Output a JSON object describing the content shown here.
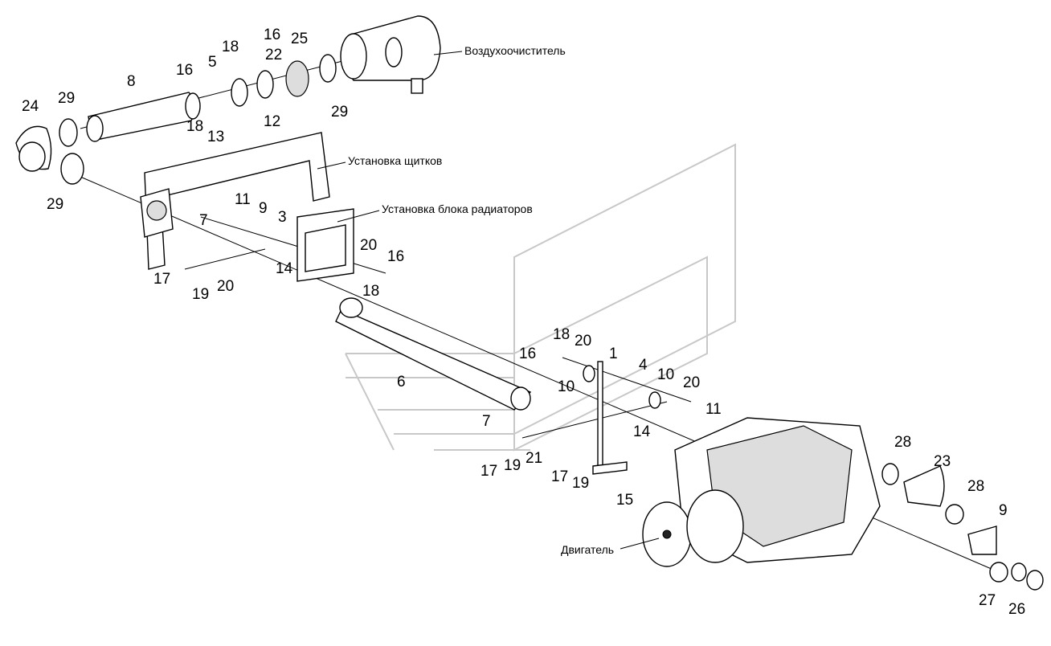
{
  "labels": {
    "air_cleaner": "Воздухоочиститель",
    "shields": "Установка щитков",
    "radiator_block": "Установка блока радиаторов",
    "engine": "Двигатель"
  },
  "callouts": [
    {
      "id": "c1",
      "text": "16"
    },
    {
      "id": "c2",
      "text": "18"
    },
    {
      "id": "c3",
      "text": "25"
    },
    {
      "id": "c4",
      "text": "22"
    },
    {
      "id": "c5",
      "text": "5"
    },
    {
      "id": "c6",
      "text": "16"
    },
    {
      "id": "c7",
      "text": "8"
    },
    {
      "id": "c8",
      "text": "29"
    },
    {
      "id": "c9",
      "text": "24"
    },
    {
      "id": "c10",
      "text": "12"
    },
    {
      "id": "c11",
      "text": "18"
    },
    {
      "id": "c12",
      "text": "13"
    },
    {
      "id": "c13",
      "text": "29"
    },
    {
      "id": "c14",
      "text": "29"
    },
    {
      "id": "c15",
      "text": "11"
    },
    {
      "id": "c16",
      "text": "9"
    },
    {
      "id": "c17",
      "text": "7"
    },
    {
      "id": "c18",
      "text": "3"
    },
    {
      "id": "c19",
      "text": "20"
    },
    {
      "id": "c20",
      "text": "16"
    },
    {
      "id": "c21",
      "text": "14"
    },
    {
      "id": "c22",
      "text": "17"
    },
    {
      "id": "c23",
      "text": "20"
    },
    {
      "id": "c24",
      "text": "19"
    },
    {
      "id": "c25",
      "text": "18"
    },
    {
      "id": "c26",
      "text": "18"
    },
    {
      "id": "c27",
      "text": "20"
    },
    {
      "id": "c28",
      "text": "16"
    },
    {
      "id": "c29",
      "text": "1"
    },
    {
      "id": "c30",
      "text": "6"
    },
    {
      "id": "c31",
      "text": "4"
    },
    {
      "id": "c32",
      "text": "10"
    },
    {
      "id": "c33",
      "text": "10"
    },
    {
      "id": "c34",
      "text": "20"
    },
    {
      "id": "c35",
      "text": "11"
    },
    {
      "id": "c36",
      "text": "7"
    },
    {
      "id": "c37",
      "text": "14"
    },
    {
      "id": "c38",
      "text": "21"
    },
    {
      "id": "c39",
      "text": "17"
    },
    {
      "id": "c40",
      "text": "19"
    },
    {
      "id": "c41",
      "text": "17"
    },
    {
      "id": "c42",
      "text": "19"
    },
    {
      "id": "c43",
      "text": "15"
    },
    {
      "id": "c44",
      "text": "28"
    },
    {
      "id": "c45",
      "text": "23"
    },
    {
      "id": "c46",
      "text": "28"
    },
    {
      "id": "c47",
      "text": "9"
    },
    {
      "id": "c48",
      "text": "27"
    },
    {
      "id": "c49",
      "text": "26"
    }
  ]
}
